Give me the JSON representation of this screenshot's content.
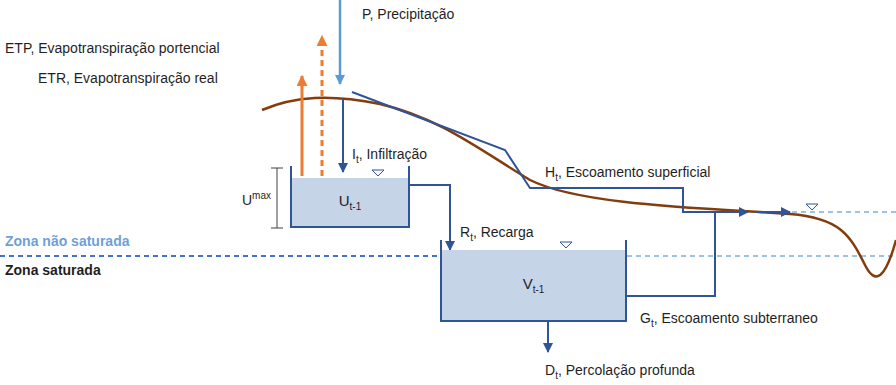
{
  "diagram": {
    "nodes": [
      {
        "text": [
          "U",
          "t-1"
        ]
      },
      {
        "text": [
          "V",
          "t-1"
        ]
      }
    ],
    "edges": [
      {
        "from": 0,
        "to": 1,
        "arrow": "to"
      }
    ],
    "labels": [
      "ETP, Evapotranspiração portencial",
      "ETR, Evapotranspiração real",
      "P, Precipitação",
      "I",
      "t",
      ", Infiltração",
      "U",
      "max",
      "H",
      "t",
      ", Escoamento superficial",
      "R",
      "t",
      ", Recarga",
      "Zona não saturada",
      "Zona saturada",
      "G",
      "t",
      ", Escoamento subterraneo",
      "D",
      "t",
      ", Percolação profunda"
    ]
  }
}
